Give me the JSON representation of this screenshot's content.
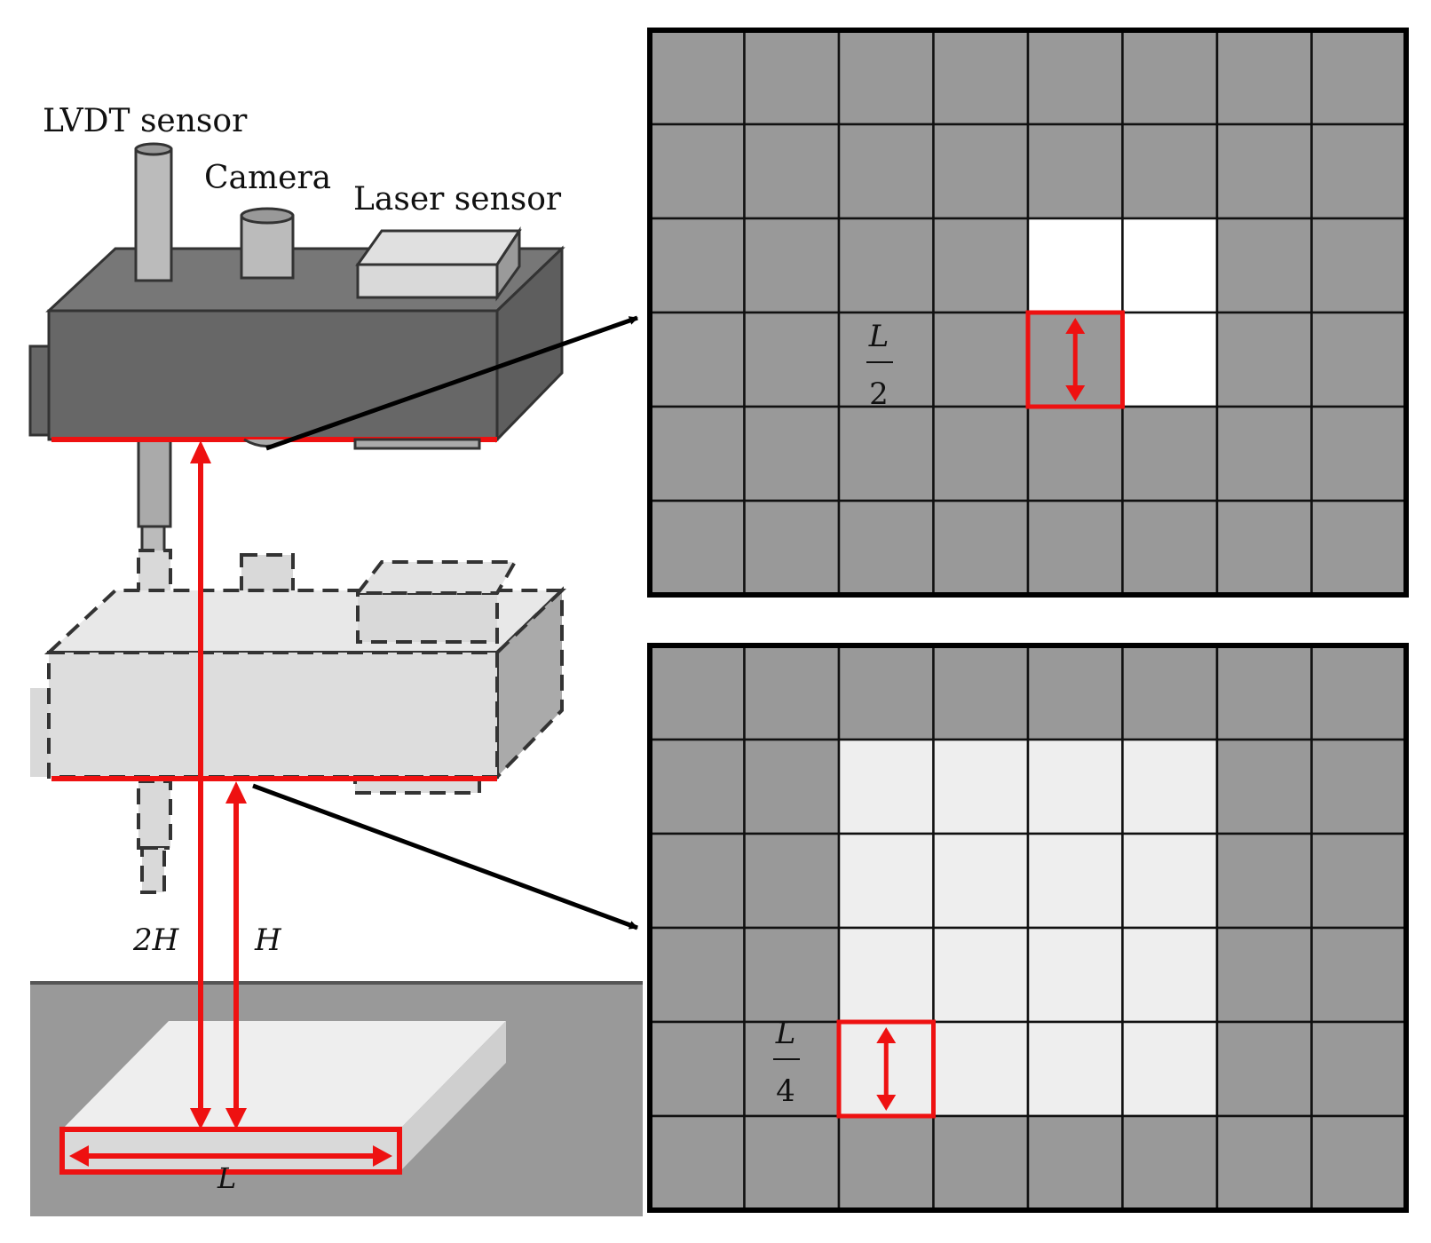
{
  "labels": {
    "lvdt": "LVDT sensor",
    "camera": "Camera",
    "laser": "Laser sensor",
    "two_h": "2H",
    "h": "H",
    "l": "L",
    "half_num": "L",
    "half_den": "2",
    "quarter_num": "L",
    "quarter_den": "4"
  },
  "grids": {
    "top": {
      "columns": 8,
      "rows": 6,
      "cell_size_label": "L/2",
      "highlighted_cells": [
        [
          2,
          4
        ],
        [
          2,
          5
        ],
        [
          3,
          5
        ]
      ],
      "outlined_cell": [
        3,
        4
      ]
    },
    "bottom": {
      "columns": 8,
      "rows": 6,
      "cell_size_label": "L/4",
      "highlighted_cells": [
        [
          1,
          2
        ],
        [
          1,
          3
        ],
        [
          1,
          4
        ],
        [
          1,
          5
        ],
        [
          2,
          2
        ],
        [
          2,
          3
        ],
        [
          2,
          4
        ],
        [
          2,
          5
        ],
        [
          3,
          2
        ],
        [
          3,
          3
        ],
        [
          3,
          4
        ],
        [
          3,
          5
        ],
        [
          4,
          2
        ],
        [
          4,
          3
        ],
        [
          4,
          4
        ],
        [
          4,
          5
        ]
      ],
      "outlined_cell": [
        4,
        2
      ]
    }
  },
  "colors": {
    "dark_gray": "#676767",
    "mid_gray": "#999999",
    "light_gray": "#d9d9d9",
    "sensor_gray": "#c8c8c8",
    "highlight_red": "#ee1111",
    "white_cell": "#ffffff",
    "light_cell": "#eeeeee",
    "ground": "#999999"
  }
}
